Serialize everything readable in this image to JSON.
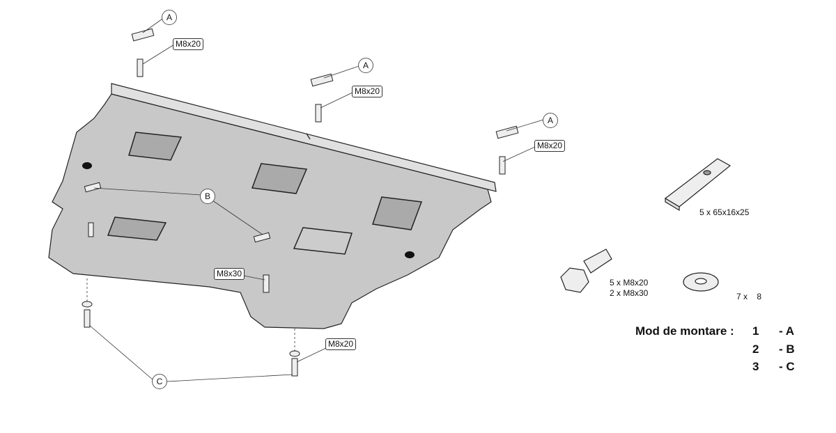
{
  "callouts": {
    "a1": "A",
    "a2": "A",
    "a3": "A",
    "b": "B",
    "c": "C"
  },
  "bolt_labels": {
    "top_left": "M8x20",
    "top_mid": "M8x20",
    "top_right": "M8x20",
    "center": "M8x30",
    "bottom": "M8x20"
  },
  "parts": {
    "plate": "5 x 65x16x25",
    "bolts_line1": "5 x M8x20",
    "bolts_line2": "2 x M8x30",
    "washers": "7 x    8"
  },
  "legend": {
    "title": "Mod de montare :",
    "rows": [
      {
        "num": "1",
        "letter": "- A"
      },
      {
        "num": "2",
        "letter": "- B"
      },
      {
        "num": "3",
        "letter": "- C"
      }
    ]
  }
}
